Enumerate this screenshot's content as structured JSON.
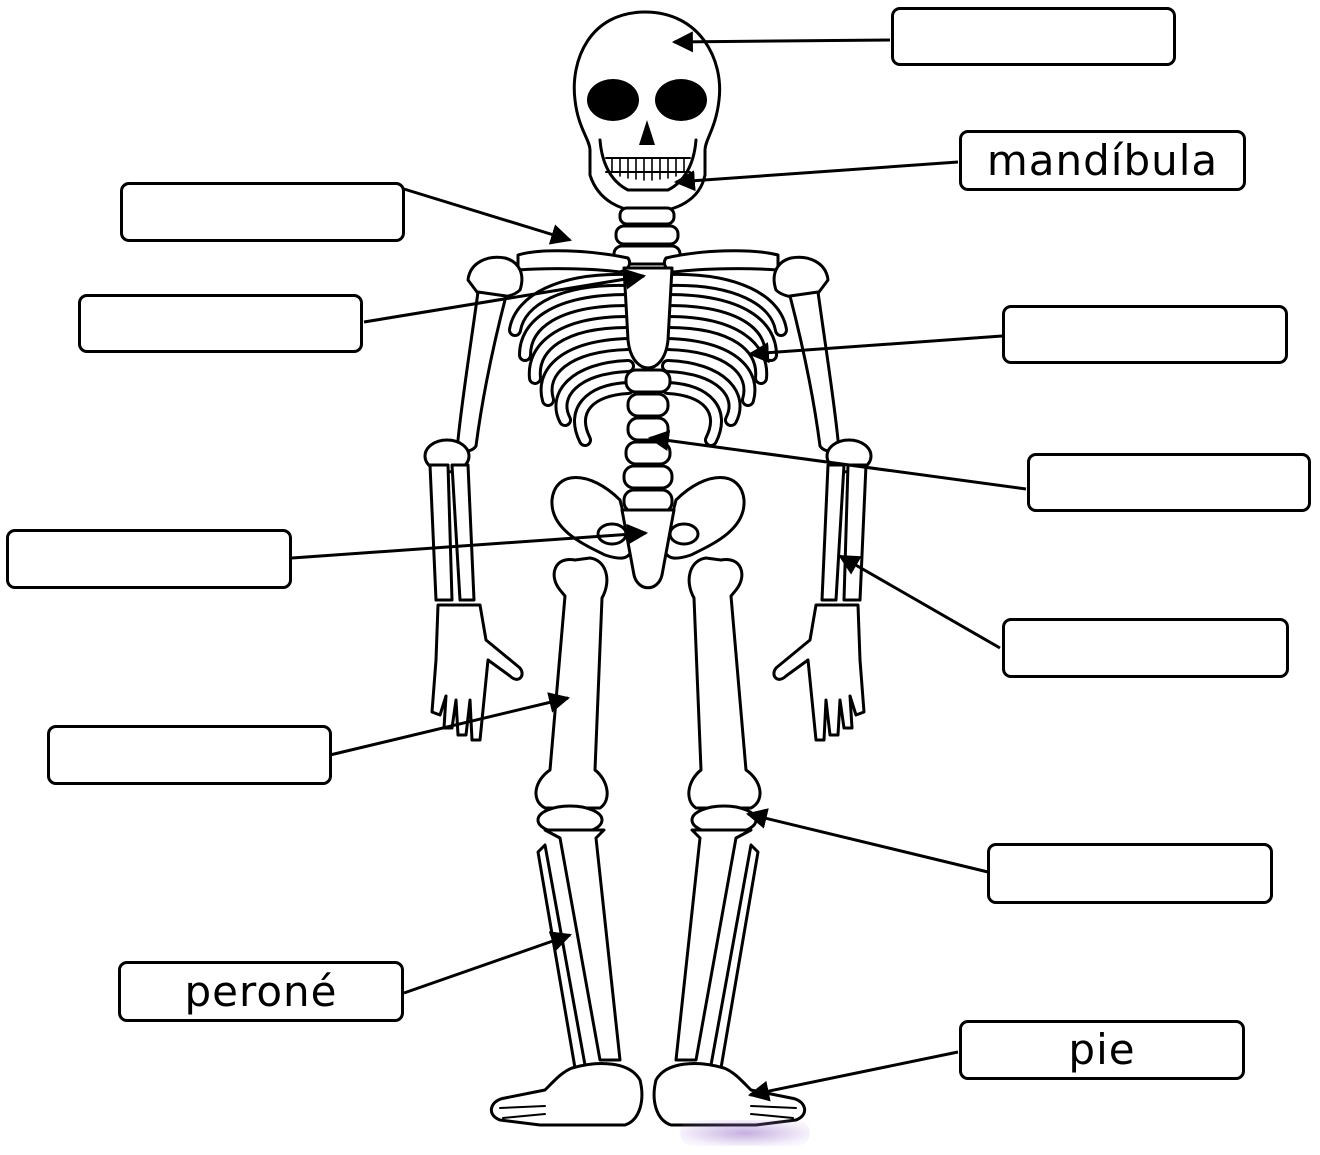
{
  "diagram": {
    "watermark_text": "",
    "labels": [
      {
        "id": "skull",
        "text": ""
      },
      {
        "id": "mandible",
        "text": "mandíbula"
      },
      {
        "id": "clavicle",
        "text": ""
      },
      {
        "id": "sternum",
        "text": ""
      },
      {
        "id": "ribs",
        "text": ""
      },
      {
        "id": "spine",
        "text": ""
      },
      {
        "id": "pelvis",
        "text": ""
      },
      {
        "id": "forearm",
        "text": ""
      },
      {
        "id": "femur",
        "text": ""
      },
      {
        "id": "knee",
        "text": ""
      },
      {
        "id": "fibula",
        "text": "peroné"
      },
      {
        "id": "foot",
        "text": "pie"
      }
    ]
  }
}
